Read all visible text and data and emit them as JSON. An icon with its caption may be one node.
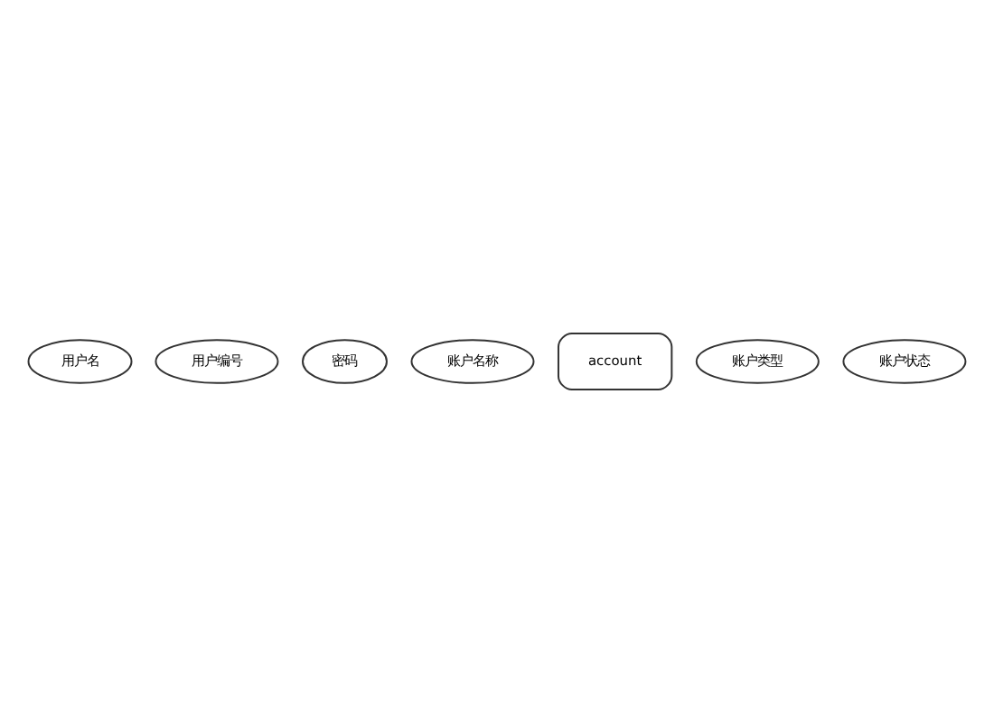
{
  "diagram": {
    "nodes": [
      {
        "text": [
          "用户名"
        ]
      },
      {
        "text": [
          "用户编号"
        ]
      },
      {
        "text": [
          "密码"
        ]
      },
      {
        "text": [
          "账户名称"
        ]
      },
      {
        "text": [
          "account"
        ]
      },
      {
        "text": [
          "账户类型"
        ]
      },
      {
        "text": [
          "账户状态"
        ]
      }
    ],
    "edges": []
  }
}
